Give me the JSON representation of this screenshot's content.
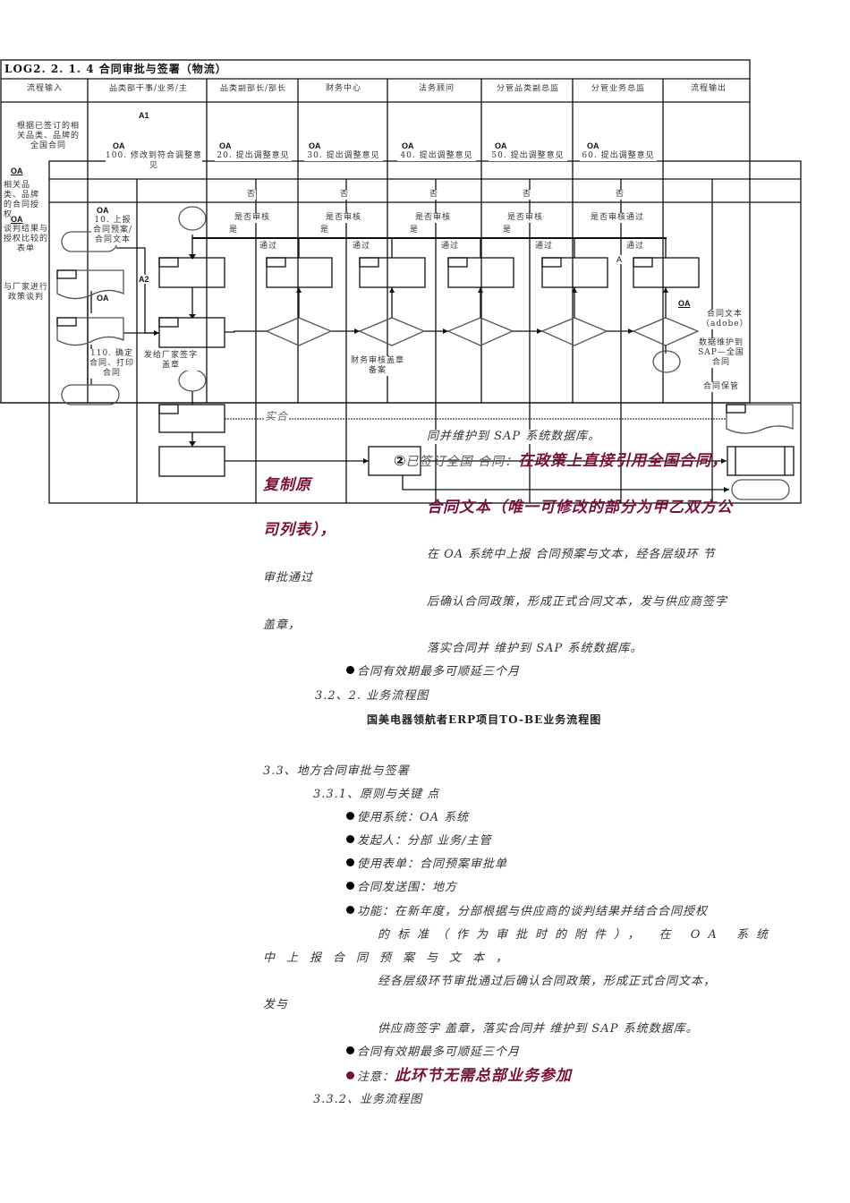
{
  "diagram": {
    "title": "LOG2. 2. 1. 4 合同审批与签署（物流）",
    "lanes": [
      "流程输入",
      "品类部干事/业务/主",
      "品类副部长/部长",
      "财务中心",
      "法务顾问",
      "分管品类副总监",
      "分管业务总监",
      "流程输出"
    ],
    "input_texts": {
      "national_contract": "根据已签订的相关品类、品牌的全国合同",
      "authorization": "相关品类、品牌的合同授权",
      "negotiation_result": "谈判结果与授权比较的表单",
      "policy_negotiation": "与厂家进行政策谈判"
    },
    "oa_tag": "OA",
    "marks": {
      "a1": "A1",
      "a2": "A2",
      "a": "A"
    },
    "steps": {
      "s100": "100. 修改到符合调整意见",
      "s20": "20. 提出调整意见",
      "s30": "30. 提出调整意见",
      "s40": "40. 提出调整意见",
      "s50": "50. 提出调整意见",
      "s60": "60. 提出调整意见",
      "s10": "10. 上报合同预案/合同文本",
      "s110": "110. 确定合同、打印合同",
      "send_vendor": "发给厂家签字盖章",
      "finance_stamp": "财务审核盖章备案"
    },
    "decision": {
      "no": "否",
      "question": "是否审核",
      "pass": "通过",
      "yes": "是",
      "question_full": "是否审核通过"
    },
    "outputs": {
      "contract_text": "合同文本（adobe）",
      "sap_maintain": "数据维护到SAP—全国合同",
      "contract_keep": "合同保管"
    },
    "overlay": {
      "shi_he": "实合",
      "line1": "同并维护到  SAP  系统数据库。",
      "circled": "②",
      "signed_label": "已签订全国 合同：",
      "red_quote": "在政策上直接引用全国合同，",
      "copy_orig": "复制原",
      "red_line2": "合同文本（唯一可修改的部分为甲乙双方公",
      "red_line3": "司列表），"
    }
  },
  "document": {
    "para1_a": "在  OA  系统中上报 合同预案与文本，经各层级环 节",
    "para1_b": "审批通过",
    "para1_c": "后确认合同政策，形成正式合同文本，发与供应商签字",
    "para1_d": "盖章，",
    "para1_e": "落实合同并 维护到  SAP  系统数据库。",
    "bullet_extend": "合同有效期最多可顺延三个月",
    "sec_322": "3.2、2.  业务流程图",
    "chart_caption": "国美电器领航者ERP项目TO-BE业务流程图",
    "sec_33": "3.3、地方合同审批与签署",
    "sec_331": "3.3.1、原则与关键 点",
    "bullets": [
      "使用系统：OA  系统",
      "发起人：分部 业务/主管",
      "使用表单：合同预案审批单",
      "合同发送围：地方",
      "功能：在新年度，分部根据与供应商的谈判结果并结合合同授权"
    ],
    "func_b": "的标准（作为审批时的附件）， 在 OA 系统",
    "func_c": "中上报合同预案与文本，",
    "func_d": "经各层级环节审批通过后确认合同政策，形成正式合同文本，",
    "func_e": "发与",
    "func_f": "供应商签字 盖章，落实合同并 维护到  SAP  系统数据库。",
    "bullet_extend2": "合同有效期最多可顺延三个月",
    "note_label": "注意：",
    "note_text": "此环节无需总部业务参加",
    "sec_332": "3.3.2、业务流程图"
  },
  "colors": {
    "accent_red": "#7a0f3a",
    "line": "#111111",
    "text": "#333333"
  }
}
